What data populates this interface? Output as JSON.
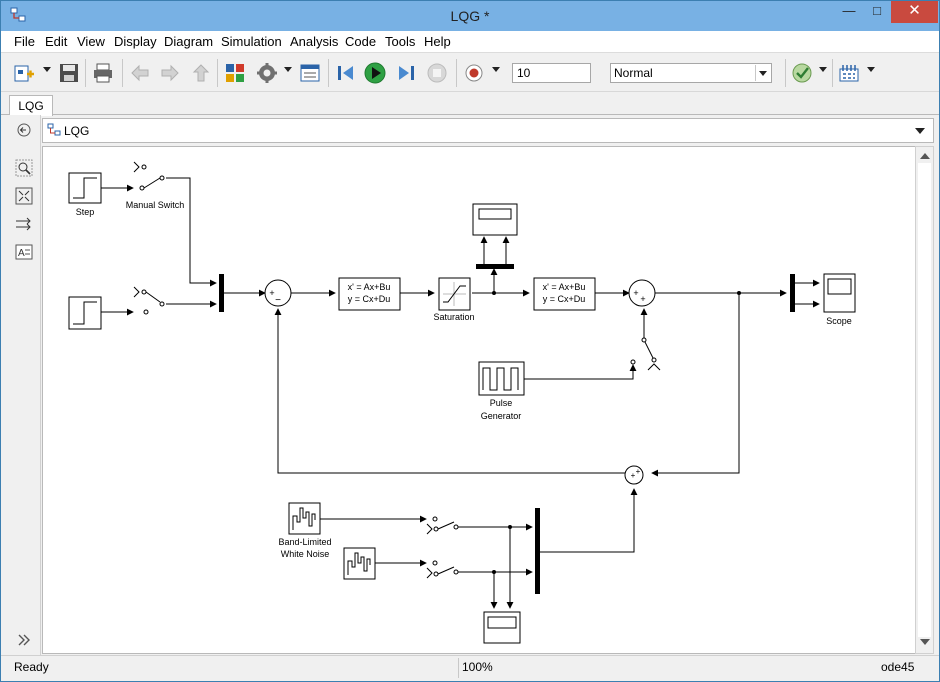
{
  "window": {
    "title": "LQG *"
  },
  "window_controls": {
    "minimize": "—",
    "maximize": "□",
    "close": "✕"
  },
  "menu": [
    "File",
    "Edit",
    "View",
    "Display",
    "Diagram",
    "Simulation",
    "Analysis",
    "Code",
    "Tools",
    "Help"
  ],
  "toolbar": {
    "stop_time": "10",
    "sim_mode": "Normal",
    "icons": [
      "new-model-icon",
      "save-icon",
      "print-icon",
      "back-icon",
      "forward-icon",
      "up-icon",
      "library-browser-icon",
      "model-config-icon",
      "model-explorer-icon",
      "step-back-icon",
      "run-icon",
      "step-forward-icon",
      "stop-icon",
      "record-icon",
      "model-advisor-icon",
      "build-icon"
    ]
  },
  "tabs": [
    {
      "label": "LQG"
    }
  ],
  "explorer": {
    "path": "LQG"
  },
  "diagram": {
    "blocks": {
      "step": "Step",
      "manual_switch": "Manual Switch",
      "state_space_1_line1": "x' = Ax+Bu",
      "state_space_1_line2": "y = Cx+Du",
      "saturation": "Saturation",
      "state_space_2_line1": "x' = Ax+Bu",
      "state_space_2_line2": "y = Cx+Du",
      "scope": "Scope",
      "pulse_generator_line1": "Pulse",
      "pulse_generator_line2": "Generator",
      "band_limited_line1": "Band-Limited",
      "band_limited_line2": "White Noise"
    },
    "sum_signs": {
      "sum1_plus": "+",
      "sum1_minus": "−",
      "sum2_plus_left": "+",
      "sum2_plus_bottom": "+",
      "sum3_plus_top": "+",
      "sum3_plus_right": "+"
    }
  },
  "status": {
    "state": "Ready",
    "zoom": "100%",
    "solver": "ode45"
  },
  "colors": {
    "titlebar": "#78b1e4",
    "close": "#c94a3f",
    "run_green": "#2ea043"
  }
}
